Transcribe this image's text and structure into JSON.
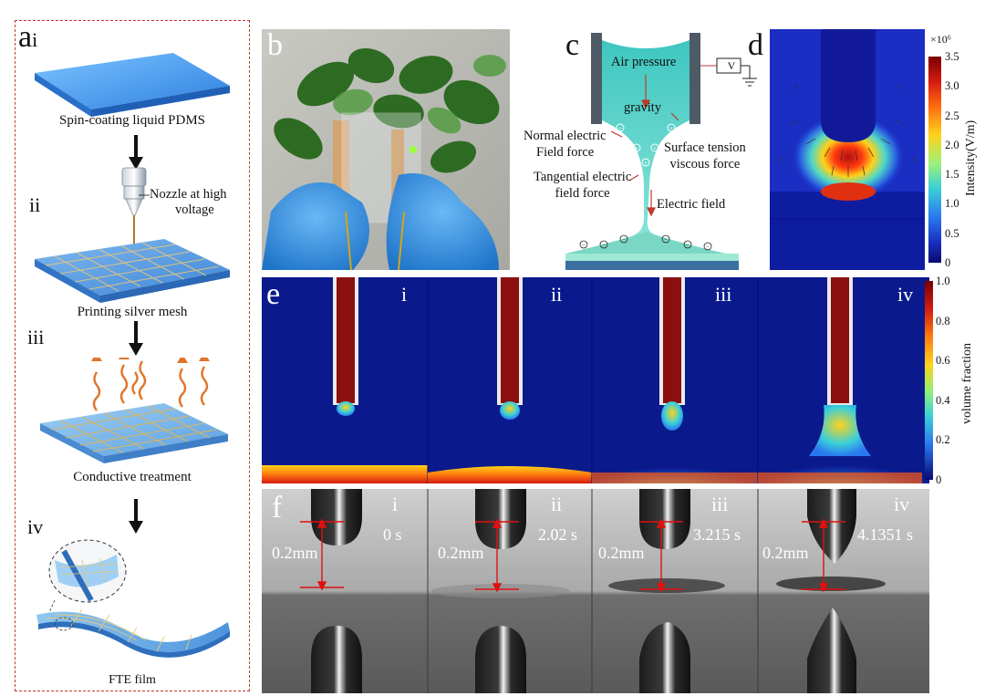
{
  "panel_a": {
    "label": "a",
    "sub": "i",
    "steps": [
      {
        "roman": "i",
        "caption": "Spin-coating liquid PDMS"
      },
      {
        "roman": "ii",
        "caption": "Printing silver mesh",
        "callout": "Nozzle at high voltage",
        "callout_l1": "Nozzle at high",
        "callout_l2": "voltage"
      },
      {
        "roman": "iii",
        "caption": "Conductive treatment"
      },
      {
        "roman": "iv",
        "caption": "FTE film"
      }
    ]
  },
  "panel_b": {
    "label": "b"
  },
  "panel_c": {
    "label": "c",
    "source": "V",
    "labels": {
      "air_pressure": "Air pressure",
      "gravity": "gravity",
      "normal_l1": "Normal electric",
      "normal_l2": "Field force",
      "surface_l1": "Surface tension",
      "surface_l2": "viscous force",
      "tangential_l1": "Tangential electric",
      "tangential_l2": "field force",
      "electric_field": "Electric field"
    }
  },
  "panel_d": {
    "label": "d",
    "colorbar": {
      "multiplier": "×10⁶",
      "title": "Intensity(V/m)",
      "ticks": [
        "3.5",
        "3.0",
        "2.5",
        "2.0",
        "1.5",
        "1.0",
        "0.5",
        "0"
      ]
    }
  },
  "panel_e": {
    "label": "e",
    "frames": [
      "i",
      "ii",
      "iii",
      "iv"
    ],
    "colorbar": {
      "title": "volume fraction",
      "ticks": [
        "1.0",
        "0.8",
        "0.6",
        "0.4",
        "0.2",
        "0"
      ]
    }
  },
  "panel_f": {
    "label": "f",
    "frames": [
      {
        "roman": "i",
        "time": "0 s",
        "scale": "0.2mm"
      },
      {
        "roman": "ii",
        "time": "2.02 s",
        "scale": "0.2mm"
      },
      {
        "roman": "iii",
        "time": "3.215 s",
        "scale": "0.2mm"
      },
      {
        "roman": "iv",
        "time": "4.1351 s",
        "scale": "0.2mm"
      }
    ]
  },
  "colors": {
    "dashed_border": "#c0392b",
    "pdms_blue": "#3b8fe0",
    "sim_background": "#0a1a8c",
    "jet_red": "#8b0f0f",
    "scale_red": "#e01010"
  }
}
